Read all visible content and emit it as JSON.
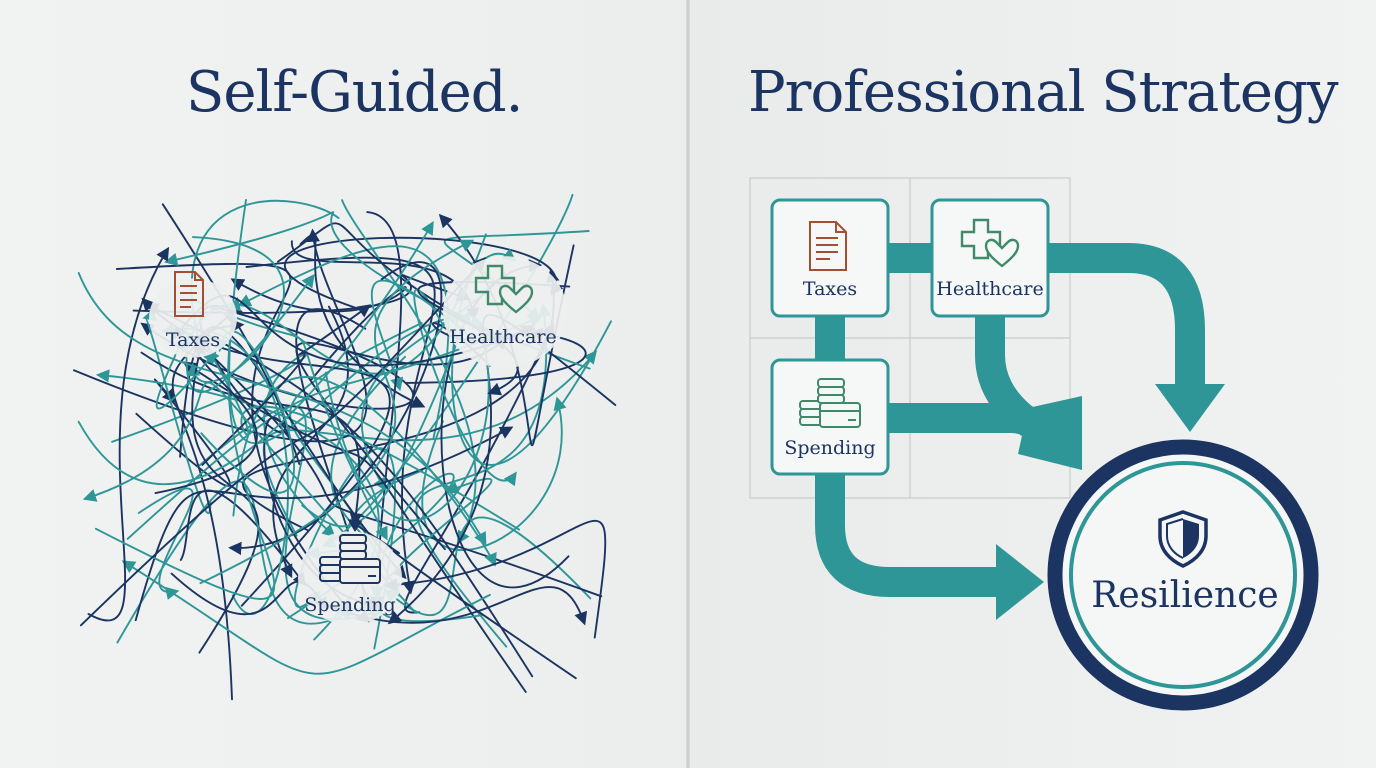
{
  "left": {
    "title": "Self-Guided.",
    "nodes": [
      {
        "id": "taxes",
        "label": "Taxes",
        "icon": "document-icon"
      },
      {
        "id": "healthcare",
        "label": "Healthcare",
        "icon": "medical-cross-heart-icon"
      },
      {
        "id": "spending",
        "label": "Spending",
        "icon": "coins-card-icon"
      }
    ]
  },
  "right": {
    "title": "Professional Strategy",
    "boxes": [
      {
        "id": "taxes",
        "label": "Taxes",
        "icon": "document-icon"
      },
      {
        "id": "healthcare",
        "label": "Healthcare",
        "icon": "medical-cross-heart-icon"
      },
      {
        "id": "spending",
        "label": "Spending",
        "icon": "coins-card-icon"
      }
    ],
    "target": {
      "label": "Resilience",
      "icon": "shield-icon"
    }
  },
  "colors": {
    "navy": "#1b3461",
    "teal": "#2f9697",
    "rust": "#a34f33",
    "green": "#3f8a68"
  }
}
